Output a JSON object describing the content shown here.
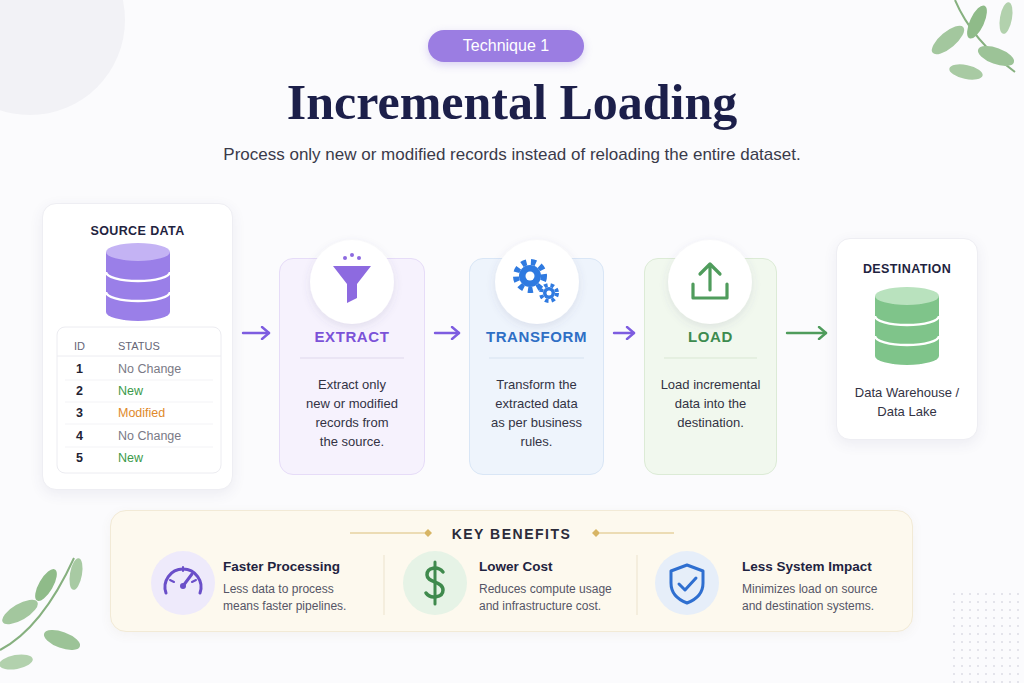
{
  "diagram": {
    "title": "Incremental Loading",
    "nodes": [
      {
        "text": [
          "Technique 1"
        ]
      },
      {
        "text": [
          "SOURCE DATA"
        ]
      },
      {
        "text": [
          "EXTRACT",
          "Extract only new or modified records from the source."
        ]
      },
      {
        "text": [
          "TRANSFORM",
          "Transform the extracted data as per business rules."
        ]
      },
      {
        "text": [
          "LOAD",
          "Load incremental data into the destination."
        ]
      },
      {
        "text": [
          "DESTINATION",
          "Data Warehouse / Data Lake"
        ]
      },
      {
        "text": [
          "KEY BENEFITS"
        ]
      },
      {
        "text": [
          "Faster Processing",
          "Less data to process means faster pipelines."
        ],
        "in": 6
      },
      {
        "text": [
          "Lower Cost",
          "Reduces compute usage and infrastructure cost."
        ],
        "in": 6
      },
      {
        "text": [
          "Less System Impact",
          "Minimizes load on source and destination systems."
        ],
        "in": 6
      }
    ],
    "edges": [
      {
        "from": 1,
        "to": 2,
        "arrow": "to"
      },
      {
        "from": 2,
        "to": 3,
        "arrow": "to"
      },
      {
        "from": 3,
        "to": 4,
        "arrow": "to"
      },
      {
        "from": 4,
        "to": 5,
        "arrow": "to"
      }
    ],
    "labels": [
      "Process only new or modified records instead of reloading the entire dataset.",
      "ID",
      "STATUS",
      "1",
      "No Change",
      "2",
      "New",
      "3",
      "Modified",
      "4",
      "No Change",
      "5",
      "New"
    ]
  }
}
